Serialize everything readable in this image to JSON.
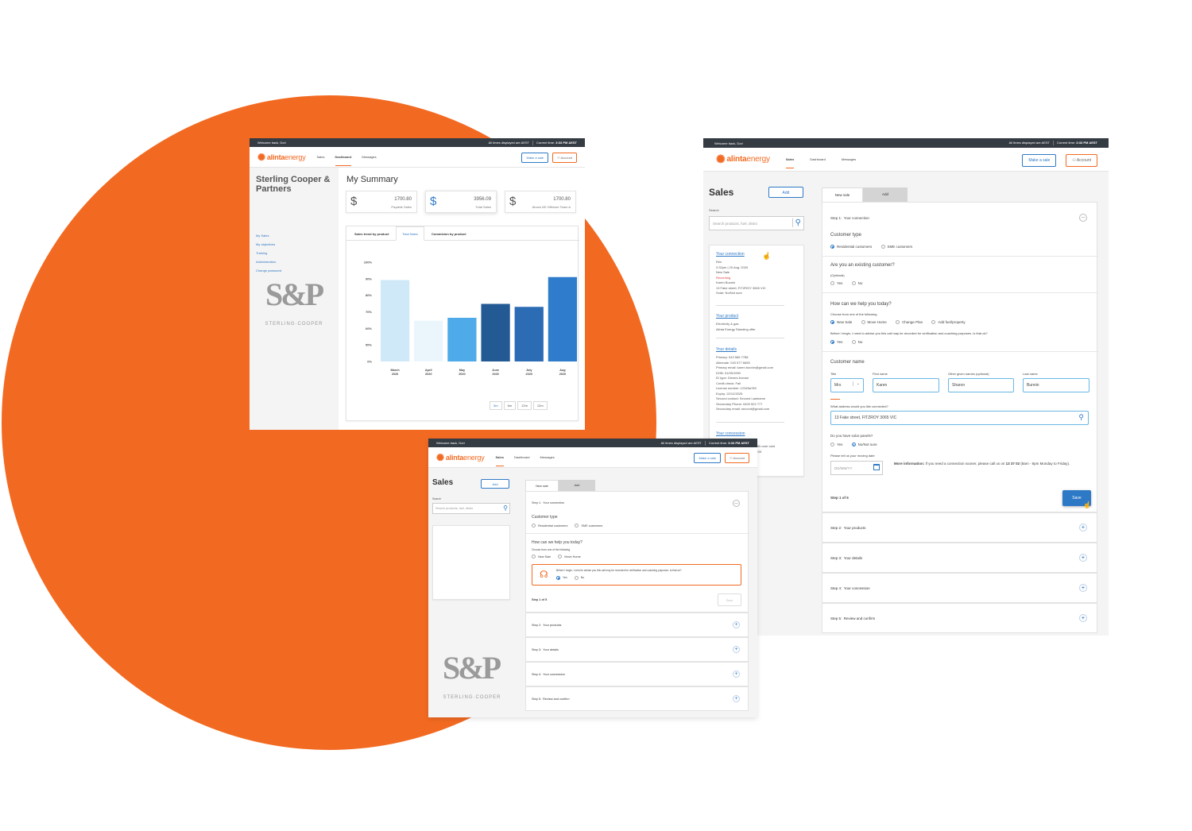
{
  "common": {
    "welcome": "Welcome back, Dori",
    "times_note": "All times displayed are AEST",
    "current_time_label": "Current time:",
    "current_time_value": "3:33 PM AEST",
    "brand_bold": "alinta",
    "brand_light": "energy",
    "nav": [
      "Sales",
      "Dashboard",
      "Messages"
    ],
    "make_sale": "Make a sale",
    "account": "Account",
    "brand_color": "#f26a22",
    "accent_color": "#2e79c6"
  },
  "dashboard": {
    "company": "Sterling Cooper & Partners",
    "menu": [
      "My Sales",
      "My objectives",
      "Training",
      "Administration",
      "Change password"
    ],
    "sp_mark": "S&P",
    "sp_word": "STERLING·COOPER",
    "summary_title": "My Summary",
    "stats": [
      {
        "icon": "dollar-icon",
        "value": "1700.80",
        "label": "Payable Sales"
      },
      {
        "icon": "dollar-icon",
        "value": "3956.09",
        "label": "Total Sales"
      },
      {
        "icon": "dollar-icon",
        "value": "1700.80",
        "label": "Above AE Offshore Team A"
      }
    ],
    "chart_tabs": [
      "Sales trend by product",
      "Total Sales",
      "Commision by product"
    ],
    "range_buttons": [
      "3m",
      "6m",
      "12m",
      "12m"
    ]
  },
  "chart_data": {
    "type": "bar",
    "categories": [
      "March 2020",
      "April 2020",
      "May 2020",
      "June 2020",
      "July 2020",
      "Aug 2020"
    ],
    "values": [
      82,
      41,
      44,
      58,
      55,
      85
    ],
    "y_ticks": [
      "100%",
      "90%",
      "80%",
      "70%",
      "60%",
      "50%",
      "0%"
    ],
    "colors": [
      "#cfe9f8",
      "#eaf6fc",
      "#4eaae8",
      "#235a94",
      "#2b6cb5",
      "#2f7ccc"
    ],
    "title": "",
    "xlabel": "",
    "ylabel": "",
    "ylim": [
      0,
      100
    ]
  },
  "sales_right": {
    "title": "Sales",
    "add": "Add",
    "search_label": "Search",
    "search_placeholder": "Search products, fuel, distro",
    "summary": {
      "connection_link": "Your connection",
      "connection_lines": [
        "Res",
        "2:32pm | 20 Aug. 2020",
        "New Sale",
        "Recording",
        "Karen Bunnin",
        "13 Fake street, FITZROY 3065 VIC",
        "Solar: No/Not sure"
      ],
      "product_link": "Your product",
      "product_lines": [
        "Electricity & gas",
        "Alinta Energy Standing offer"
      ],
      "details_link": "Your details",
      "details_lines": [
        "Primary: 043 566 7788",
        "Alternate: 043 577 6655",
        "Primary email: karen.bunnin@gmail.com",
        "DOB: 01/09/1990",
        "ID type: Drivers license",
        "Credit check: Fail",
        "License number: 12345a789",
        "Expiry: 22/12/2025",
        "Second contact: Second Lastname",
        "Secondary Phone: 0400 522 777",
        "Secondary email: second@gmail.com"
      ],
      "concession_link": "Your concession",
      "concession_lines": [
        "alth care card",
        "5SK"
      ]
    },
    "tabs": [
      "New sale",
      "Add"
    ],
    "step1_label": "Step 1:",
    "step1_title": "Your connection",
    "customer_type": "Customer type",
    "ct_options": [
      "Residential customers",
      "SME customers"
    ],
    "existing_q": "Are you an existing customer?",
    "optional": "(Optional)",
    "yes": "Yes",
    "no": "No",
    "help_q": "How can we help you today?",
    "choose": "Choose from one of the following",
    "help_options": [
      "New Sale",
      "Move Home",
      "Change Plan",
      "Add fuel/property"
    ],
    "record_q": "Before I begin, I need to advise you this call may be recorded for verification and coaching purposes. Is that ok?",
    "cust_name": "Customer name",
    "title_lbl": "Title",
    "first_lbl": "First name",
    "other_lbl": "Other given names (optional)",
    "last_lbl": "Last name",
    "title_val": "Mrs",
    "first_val": "Karen",
    "other_val": "Sharon",
    "last_val": "Bunnin",
    "address_q": "What address would you like connected?",
    "address_val": "13 Fake street, FITZROY 3065 VIC",
    "solar_q": "Do you have solar panels?",
    "solar_opts": [
      "Yes",
      "No/Not sure"
    ],
    "moving_q": "Please tell us your moving date",
    "date_placeholder": "DD/MM/YY",
    "more_info_bold": "More information:",
    "more_info_text": "If you need a connection sooner, please call us on",
    "more_info_phone": "13 37 02",
    "more_info_tail": "(8am - 9pm Monday to Friday).",
    "step_count": "Step 1 of 5",
    "save": "Save",
    "steps": [
      {
        "n": "Step 2:",
        "t": "Your products"
      },
      {
        "n": "Step 3:",
        "t": "Your details"
      },
      {
        "n": "Step 4:",
        "t": "Your concession"
      },
      {
        "n": "Step 5:",
        "t": "Review and confirm"
      }
    ]
  },
  "sales_bottom": {
    "title": "Sales",
    "add": "Add",
    "search_label": "Search",
    "search_placeholder": "Search products, fuel, distro",
    "tabs": [
      "New sale",
      "Add"
    ],
    "step1_label": "Step 1:",
    "step1_title": "Your connection",
    "customer_type": "Customer type",
    "ct_options": [
      "Residential customers",
      "SME customers"
    ],
    "help_q": "How can we help you today?",
    "choose": "Choose from one of the following",
    "help_options": [
      "New Sale",
      "Move Home"
    ],
    "record_q": "Before I begin, I need to advise you this call may be recorded for verification and coaching purposes. Is that ok?",
    "yes": "Yes",
    "no": "No",
    "step_count": "Step 1 of 5",
    "save": "Save",
    "steps": [
      {
        "n": "Step 2:",
        "t": "Your products"
      },
      {
        "n": "Step 3:",
        "t": "Your details"
      },
      {
        "n": "Step 4:",
        "t": "Your concession"
      },
      {
        "n": "Step 5:",
        "t": "Review and confirm"
      }
    ],
    "sp_mark": "S&P",
    "sp_word": "STERLING·COOPER"
  }
}
